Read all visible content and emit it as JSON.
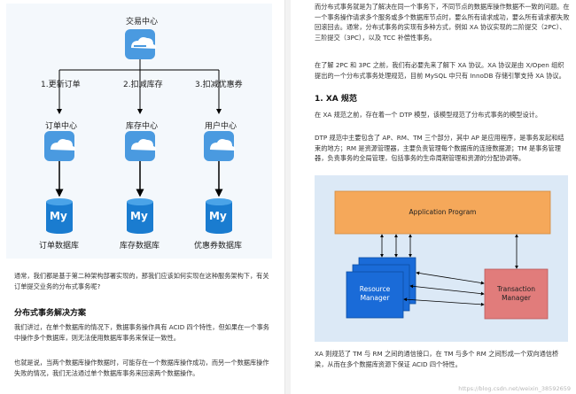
{
  "left_page": {
    "diagram": {
      "top_node": "交易中心",
      "edges": [
        "1.更新订单",
        "2.扣减库存",
        "3.扣减优惠券"
      ],
      "services": [
        "订单中心",
        "库存中心",
        "用户中心"
      ],
      "databases": [
        "订单数据库",
        "库存数据库",
        "优惠券数据库"
      ],
      "db_logo": "My"
    },
    "para1": "通常，我们都是基于第二种架构部署实现的，那我们应该如何实现在这种服务架构下，有关订单提交业务的分布式事务呢?",
    "heading": "分布式事务解决方案",
    "para2": "我们讲过，在单个数据库的情况下，数据事务操作具有 ACID 四个特性，但如果在一个事务中操作多个数据库，则无法使用数据库事务来保证一致性。",
    "para3": "也就是说，当两个数据库操作数据时，可能存在一个数据库操作成功，而另一个数据库操作失败的情况，我们无法通过单个数据库事务来回滚两个数据操作。"
  },
  "right_page": {
    "para1": "而分布式事务就是为了解决在同一个事务下，不同节点的数据库操作数据不一致的问题。在一个事务操作请求多个服务或多个数据库节点时，要么所有请求成功，要么所有请求都失败回滚回去。通常，分布式事务的实现有多种方式，例如 XA 协议实现的二阶提交（2PC）、三阶提交（3PC），以及 TCC 补偿性事务。",
    "para2": "在了解 2PC 和 3PC 之前，我们有必要先来了解下 XA 协议。XA 协议是由 X/Open 组织提出的一个分布式事务处理规范，目前 MySQL 中只有 InnoDB 存储引擎支持 XA 协议。",
    "heading": "1. XA 规范",
    "para3": "在 XA 规范之前，存在着一个 DTP 模型，该模型规范了分布式事务的模型设计。",
    "para4": "DTP 规范中主要包含了 AP、RM、TM 三个部分，其中 AP 是应用程序，是事务发起和结束的地方；RM 是资源管理器，主要负责管理每个数据库的连接数据源；TM 是事务管理器，负责事务的全局管理，包括事务的生命周期管理和资源的分配协调等。",
    "xa_diagram": {
      "app": "Application Program",
      "rm": "Resource\nManager",
      "tm": "Transaction\nManager",
      "colors": {
        "app": "#f5a85a",
        "rm": "#1a6bd8",
        "tm": "#e17c7b"
      }
    },
    "para5": "XA 则规范了 TM 与 RM 之间的通信接口，在 TM 与多个 RM 之间形成一个双向通信桥梁，从而在多个数据库资源下保证 ACID 四个特性。"
  },
  "watermark": "https://blog.csdn.net/weixin_38592659"
}
